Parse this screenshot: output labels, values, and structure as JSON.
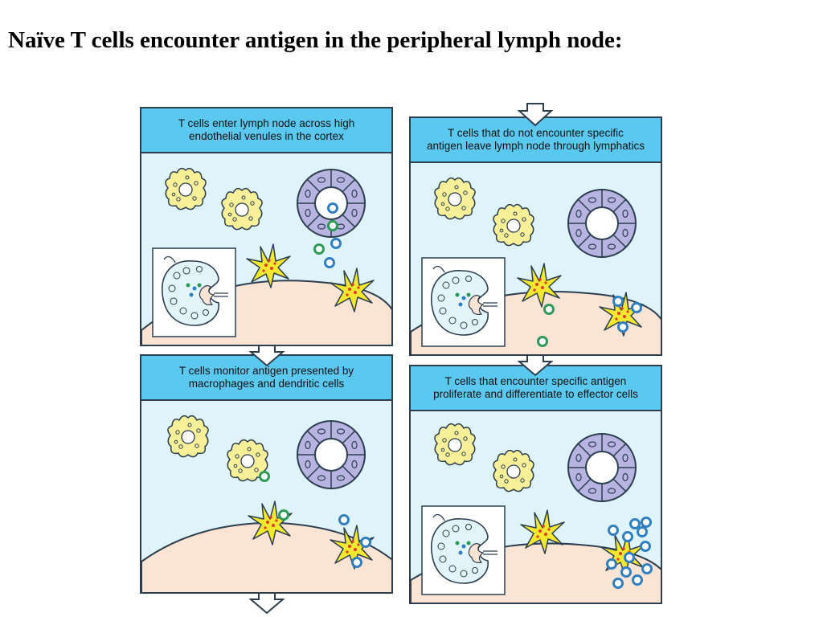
{
  "title": "Naïve T cells encounter antigen in the peripheral lymph node:",
  "panels": [
    {
      "id": "enter",
      "caption": "T cells  enter  lymph  node  across  high\nendothelial  venules  in the  cortex"
    },
    {
      "id": "leave",
      "caption": "T cells  that  do  not  encounter  specific\nantigen leave lymph node through lymphatics"
    },
    {
      "id": "monitor",
      "caption": "T cells  monitor  antigen  presented  by\nmacrophages  and  dendritic  cells"
    },
    {
      "id": "proliferate",
      "caption": "T cells  that  encounter  specific  antigen\nproliferate  and  differentiate  to  effector cells"
    }
  ],
  "colors": {
    "panel_bg": "#dff3fb",
    "header_bg": "#5bc8ef",
    "macrophage": "#f7f099",
    "dendritic_cell": "#f2e830",
    "venule": "#b8b4e2",
    "tissue": "#fbe4d3",
    "t_cell_green": "#2f9a58",
    "t_cell_blue": "#2f7fc1",
    "outline": "#2c3e50"
  },
  "icons": [
    "macrophage-icon",
    "dendritic-cell-icon",
    "high-endothelial-venule-icon",
    "lymph-node-icon",
    "t-cell-icon",
    "flow-arrow-icon"
  ]
}
